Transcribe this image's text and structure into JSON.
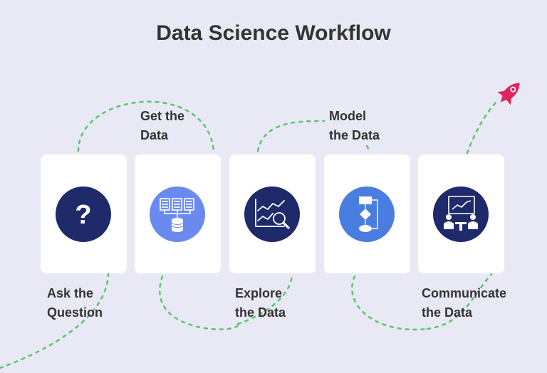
{
  "title": "Data Science Workflow",
  "colors": {
    "background": "#e8e9f4",
    "card": "#ffffff",
    "navy": "#1f2a6b",
    "periwinkle": "#6a8af0",
    "blue": "#4a7de0",
    "dashed_path": "#5cc46a",
    "rocket": "#e0245e",
    "text": "#333333"
  },
  "steps": [
    {
      "line1": "Ask the",
      "line2": "Question",
      "icon": "question-mark-icon"
    },
    {
      "line1": "Get the",
      "line2": "Data",
      "icon": "database-icon"
    },
    {
      "line1": "Explore",
      "line2": "the Data",
      "icon": "chart-magnifier-icon"
    },
    {
      "line1": "Model",
      "line2": "the Data",
      "icon": "flowchart-icon"
    },
    {
      "line1": "Communicate",
      "line2": "the Data",
      "icon": "presentation-meeting-icon"
    }
  ],
  "end_icon": "rocket-icon"
}
